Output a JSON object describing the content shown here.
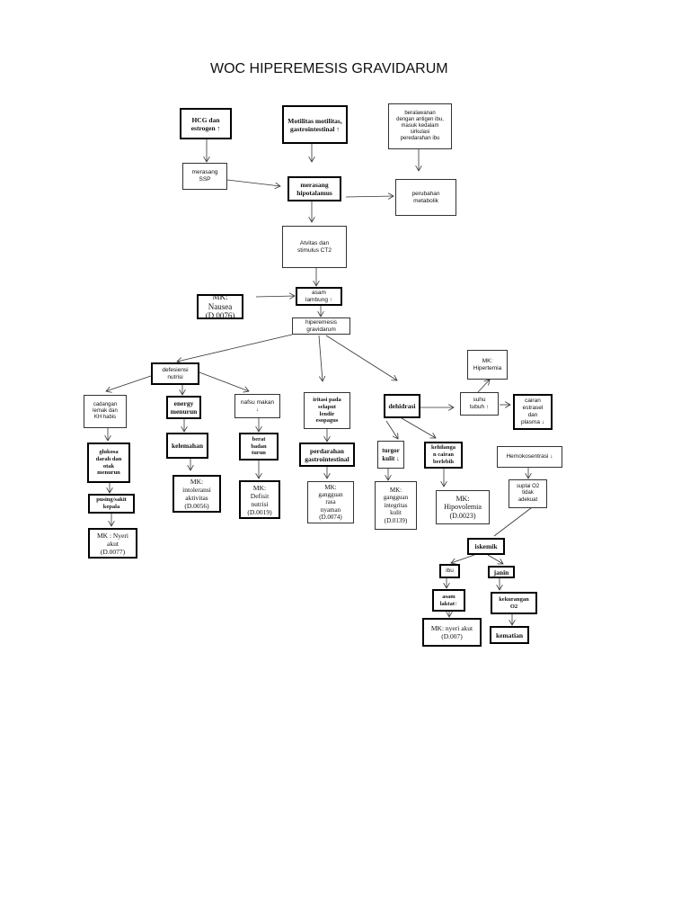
{
  "title": "WOC HIPEREMESIS GRAVIDARUM",
  "nodes": {
    "hcg": "HCG dan\nestrogen ↑",
    "motilitas": "Motilitas motilitas,\ngastrointestinal ↑",
    "beralawanan": "beralawanan\ndengan antigen ibu,\nmasuk kedalam\nsirkulasi\nperedarahan ibu",
    "merasang_ssp": "merasang\nSSP",
    "merasang_hipotalamus": "merasang\nhipotalamus",
    "perubahan_metabolik": "perubahan\nmetabolik",
    "aktivitas": "Atvitas dan\nstimulus CT2",
    "mk_nausea": "MK: Nausea\n(D.0076)",
    "asam_lambung": "asam\nlambung ↑",
    "hiperemesis": "hiperemesis\ngravidarum",
    "defesiensi": "defesiensi\nnutrisi",
    "mk_hipertermia": "MK:\nHipertemia",
    "cadangan": "cadangan\nlemak dan\nKH habis",
    "energy": "energy\nmenurun",
    "nafsu": "nafsu makan\n↓",
    "iritasi": "iritasi pada\nselaput\nlendir\nesopagus",
    "dehidrasi": "dehidrasi",
    "suhu": "suhu\ntubuh ↑",
    "cairan": "cairan\nestrasel\ndan\nplasma ↓",
    "glukosa": "glukosa\ndarah dan\notak\nmenurun",
    "kelemahan": "kelemahan",
    "berat": "berat\nbadan\nturun",
    "perdarahan": "perdarahan\ngastrointestinal",
    "turgor": "turgor\nkulit ↓",
    "kehilangan": "kehilanga\nn cairan\nberlebih",
    "hemokonsentrasi": "Hemokosentrasi ↓",
    "pusing": "pusing/sakit\nkepala",
    "mk_intoleransi": "MK:\nintoleransi\naktivitas\n(D.0056)",
    "mk_defisit": "MK:\nDefisit\nnutrisi\n(D.0019)",
    "mk_gangguan_rasa": "MK:\ngangguan\nrasa\nnyaman\n(D.0074)",
    "mk_gangguan_integritas": "MK:\ngangguan\nintegritas\nkulit\n(D.0139)",
    "mk_hipovolemia": "MK:\nHipovolemia\n(D.0023)",
    "suplai": "suplai O2\ntidak\nadekuat",
    "mk_nyeri_akut_1": "MK : Nyeri\nakut\n(D.0077)",
    "iskemik": "iskemik",
    "ibu": "ibu",
    "janin": "janin",
    "asam_laktat": "asam\nlaktat↑",
    "kekurangan": "kekurangan\nO2",
    "mk_nyeri_akut_2": "MK: nyeri akut\n(D.007)",
    "kematian": "kematian"
  }
}
